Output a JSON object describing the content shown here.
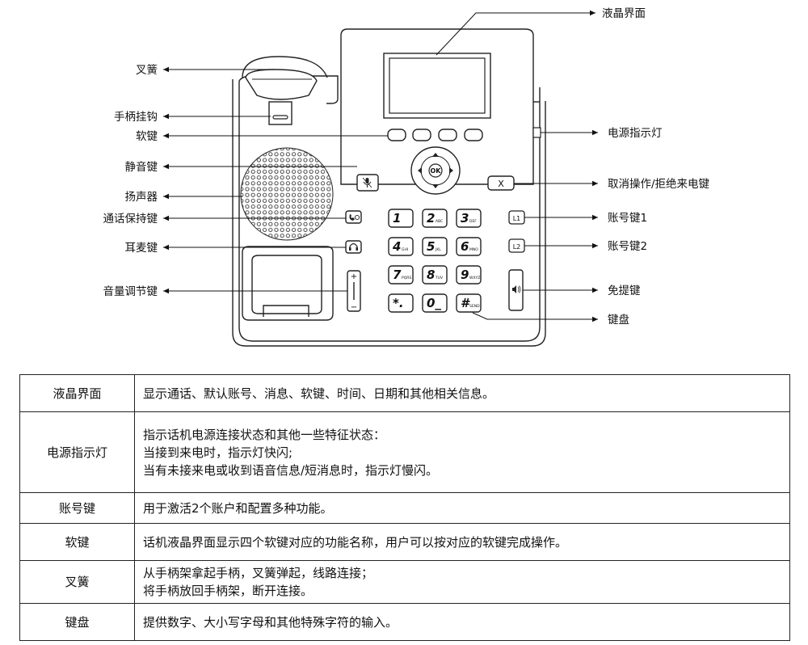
{
  "callouts": {
    "lcd": "液晶界面",
    "hookswitch": "叉簧",
    "handset_hook": "手柄挂钩",
    "softkeys": "软键",
    "mute_key": "静音键",
    "speaker": "扬声器",
    "hold_key": "通话保持键",
    "headset_key": "耳麦键",
    "volume_key": "音量调节键",
    "power_led": "电源指示灯",
    "cancel_key": "取消操作/拒绝来电键",
    "line_key_1": "账号键1",
    "line_key_2": "账号键2",
    "speakerphone_key": "免提键",
    "keypad": "键盘"
  },
  "phone": {
    "ok_label": "OK",
    "cancel_label": "X",
    "line1_label": "L1",
    "line2_label": "L2",
    "volume_plus": "+",
    "volume_minus": "−",
    "keys": [
      {
        "main": "1",
        "sub": ""
      },
      {
        "main": "2",
        "sub": "ABC"
      },
      {
        "main": "3",
        "sub": "DEF"
      },
      {
        "main": "4",
        "sub": "GHI"
      },
      {
        "main": "5",
        "sub": "JKL"
      },
      {
        "main": "6",
        "sub": "MNO"
      },
      {
        "main": "7",
        "sub": "PQRS"
      },
      {
        "main": "8",
        "sub": "TUV"
      },
      {
        "main": "9",
        "sub": "WXYZ"
      },
      {
        "main": "*.",
        "sub": ""
      },
      {
        "main": "0_",
        "sub": ""
      },
      {
        "main": "#",
        "sub": "SEND"
      }
    ]
  },
  "table": {
    "rows": [
      {
        "name": "液晶界面",
        "lines": [
          "显示通话、默认账号、消息、软键、时间、日期和其他相关信息。"
        ]
      },
      {
        "name": "电源指示灯",
        "lines": [
          "指示话机电源连接状态和其他一些特征状态：",
          "当接到来电时，指示灯快闪;",
          "当有未接来电或收到语音信息/短消息时，指示灯慢闪。"
        ]
      },
      {
        "name": "账号键",
        "lines": [
          "用于激活2个账户和配置多种功能。"
        ]
      },
      {
        "name": "软键",
        "lines": [
          "话机液晶界面显示四个软键对应的功能名称，用户可以按对应的软键完成操作。"
        ]
      },
      {
        "name": "叉簧",
        "lines": [
          "从手柄架拿起手柄，叉簧弹起，线路连接；",
          "将手柄放回手柄架，断开连接。"
        ]
      },
      {
        "name": "键盘",
        "lines": [
          "提供数字、大小写字母和其他特殊字符的输入。"
        ]
      }
    ]
  }
}
